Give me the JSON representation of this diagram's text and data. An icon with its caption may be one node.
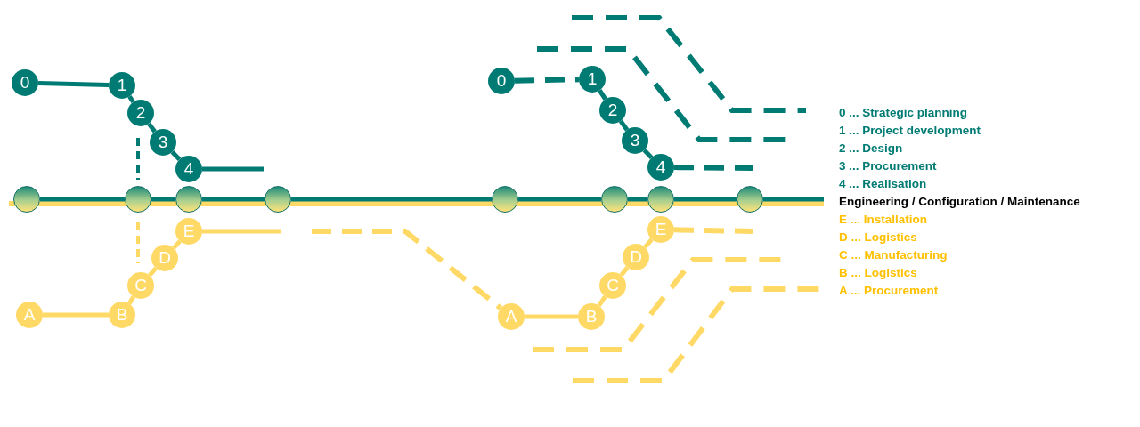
{
  "diagram": {
    "nodes": [
      {
        "text": [
          "0"
        ]
      },
      {
        "text": [
          "1"
        ]
      },
      {
        "text": [
          "2"
        ]
      },
      {
        "text": [
          "3"
        ]
      },
      {
        "text": [
          "4"
        ]
      },
      {
        "text": [
          "0"
        ]
      },
      {
        "text": [
          "1"
        ]
      },
      {
        "text": [
          "2"
        ]
      },
      {
        "text": [
          "3"
        ]
      },
      {
        "text": [
          "4"
        ]
      },
      {
        "text": [],
        "shape": "circle"
      },
      {
        "text": [],
        "shape": "circle"
      },
      {
        "text": [],
        "shape": "circle"
      },
      {
        "text": [],
        "shape": "circle"
      },
      {
        "text": [],
        "shape": "circle"
      },
      {
        "text": [],
        "shape": "circle"
      },
      {
        "text": [],
        "shape": "circle"
      },
      {
        "text": [],
        "shape": "circle"
      },
      {
        "text": [
          "E"
        ]
      },
      {
        "text": [
          "D"
        ]
      },
      {
        "text": [
          "C"
        ]
      },
      {
        "text": [
          "B"
        ]
      },
      {
        "text": [
          "A"
        ]
      },
      {
        "text": [
          "E"
        ]
      },
      {
        "text": [
          "D"
        ]
      },
      {
        "text": [
          "C"
        ]
      },
      {
        "text": [
          "B"
        ]
      },
      {
        "text": [
          "A"
        ]
      }
    ],
    "edges": [
      {
        "from": 0,
        "to": 1,
        "arrow": "none"
      },
      {
        "from": 1,
        "to": 2,
        "arrow": "none"
      },
      {
        "from": 2,
        "to": 3,
        "arrow": "none"
      },
      {
        "from": 3,
        "to": 4,
        "arrow": "none"
      },
      {
        "from": 4,
        "to": null,
        "arrow": "none"
      },
      {
        "from": 5,
        "to": 6,
        "arrow": "none",
        "style": "dashed"
      },
      {
        "from": 6,
        "to": 7,
        "arrow": "none"
      },
      {
        "from": 7,
        "to": 8,
        "arrow": "none"
      },
      {
        "from": 8,
        "to": 9,
        "arrow": "none"
      },
      {
        "from": 9,
        "to": null,
        "arrow": "none",
        "style": "dashed"
      },
      {
        "from": 10,
        "to": 11,
        "arrow": "none"
      },
      {
        "from": 11,
        "to": 12,
        "arrow": "none"
      },
      {
        "from": 12,
        "to": 13,
        "arrow": "none"
      },
      {
        "from": 13,
        "to": 14,
        "arrow": "none"
      },
      {
        "from": 14,
        "to": 15,
        "arrow": "none"
      },
      {
        "from": 15,
        "to": 16,
        "arrow": "none"
      },
      {
        "from": 16,
        "to": 17,
        "arrow": "none"
      },
      {
        "from": 17,
        "to": null,
        "arrow": "none"
      },
      {
        "from": 22,
        "to": 21,
        "arrow": "none",
        "color": "#ffd966"
      },
      {
        "from": 21,
        "to": 20,
        "arrow": "none",
        "color": "#ffd966"
      },
      {
        "from": 20,
        "to": 19,
        "arrow": "none",
        "color": "#ffd966"
      },
      {
        "from": 19,
        "to": 18,
        "arrow": "none",
        "color": "#ffd966"
      },
      {
        "from": 18,
        "to": null,
        "arrow": "none",
        "color": "#ffd966"
      },
      {
        "from": null,
        "to": 27,
        "arrow": "none",
        "style": "dashed",
        "color": "#ffd966"
      },
      {
        "from": 27,
        "to": 26,
        "arrow": "none",
        "color": "#ffd966"
      },
      {
        "from": 26,
        "to": 25,
        "arrow": "none",
        "color": "#ffd966"
      },
      {
        "from": 25,
        "to": 24,
        "arrow": "none",
        "color": "#ffd966"
      },
      {
        "from": 24,
        "to": 23,
        "arrow": "none",
        "color": "#ffd966"
      },
      {
        "from": 23,
        "to": null,
        "arrow": "none",
        "style": "dashed",
        "color": "#ffd966"
      }
    ],
    "labels": [
      "0 ... Strategic planning",
      "1 ... Project development",
      "2 ... Design",
      "3 ... Procurement",
      "4 ... Realisation",
      "Engineering / Configuration / Maintenance",
      "E ... Installation",
      "D ... Logistics",
      "C ... Manufacturing",
      "B ... Logistics",
      "A ... Procurement"
    ]
  }
}
